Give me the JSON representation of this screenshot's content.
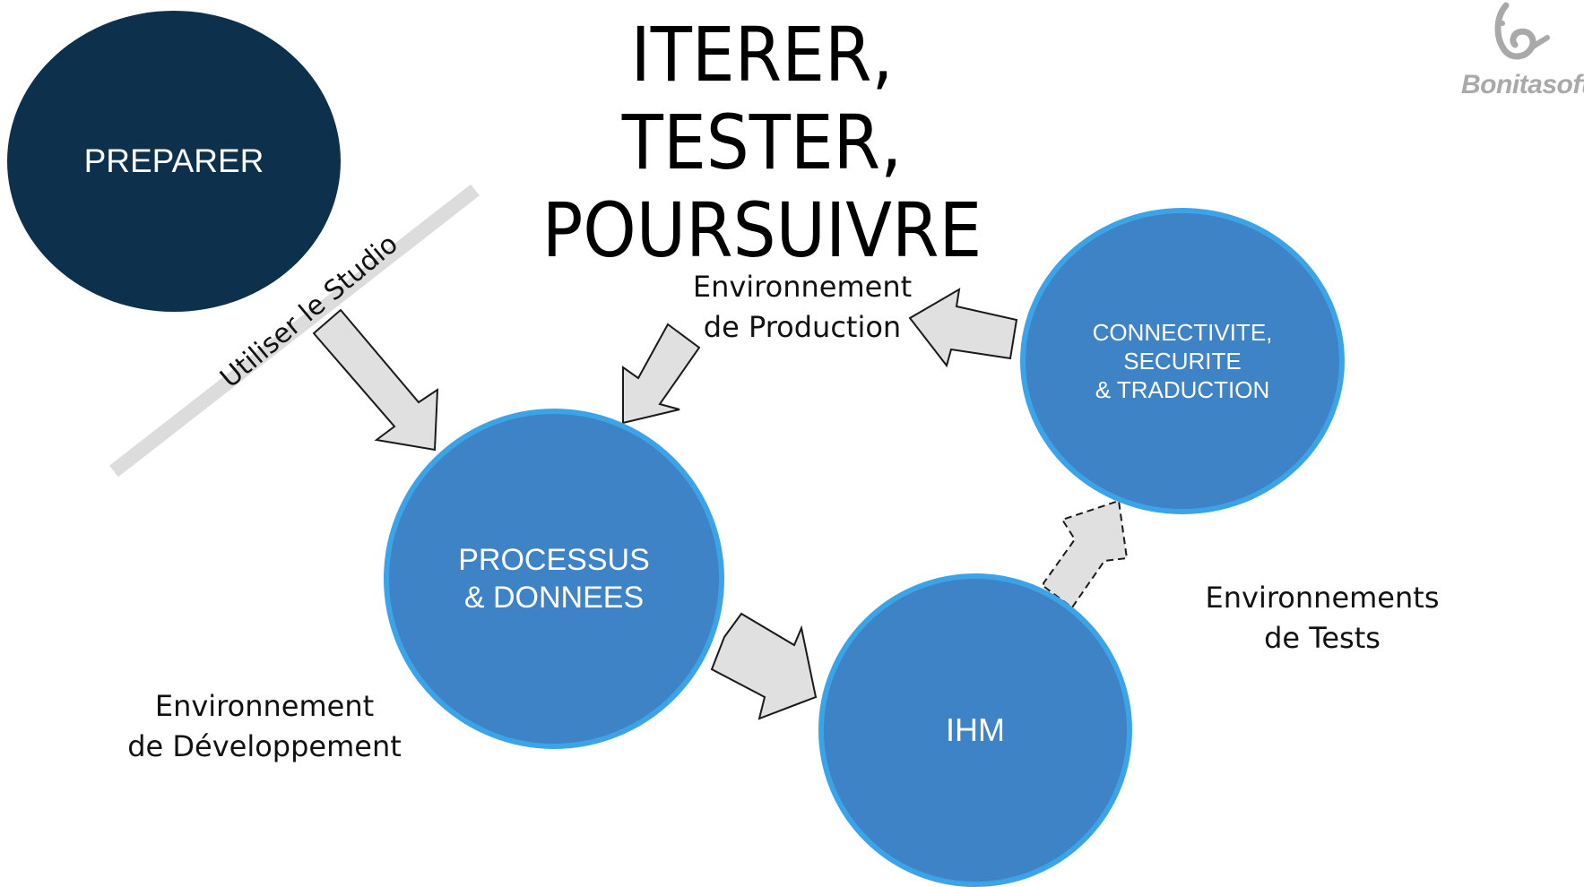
{
  "title": {
    "line1": "ITERER, TESTER,",
    "line2": "POURSUIVRE"
  },
  "nodes": {
    "prepare": "PREPARER",
    "process": [
      "PROCESSUS",
      "& DONNEES"
    ],
    "ihm": "IHM",
    "connect": [
      "CONNECTIVITE,",
      "SECURITE",
      "& TRADUCTION"
    ]
  },
  "labels": {
    "studio": "Utiliser le Studio",
    "production": [
      "Environnement",
      "de Production"
    ],
    "development": [
      "Environnement",
      "de Développement"
    ],
    "tests": [
      "Environnements",
      "de Tests"
    ]
  },
  "logo": {
    "text": "Bonitasoft",
    "icon": "bonita-b-icon"
  },
  "colors": {
    "prepare_fill": "#0d314d",
    "node_fill": "#3d83c6",
    "node_border": "#3ba4e8",
    "arrow_fill": "#e0e0e0",
    "arrow_stroke": "#1a1a1a",
    "divider": "#dcdcdc",
    "logo": "#a9a9a9"
  }
}
